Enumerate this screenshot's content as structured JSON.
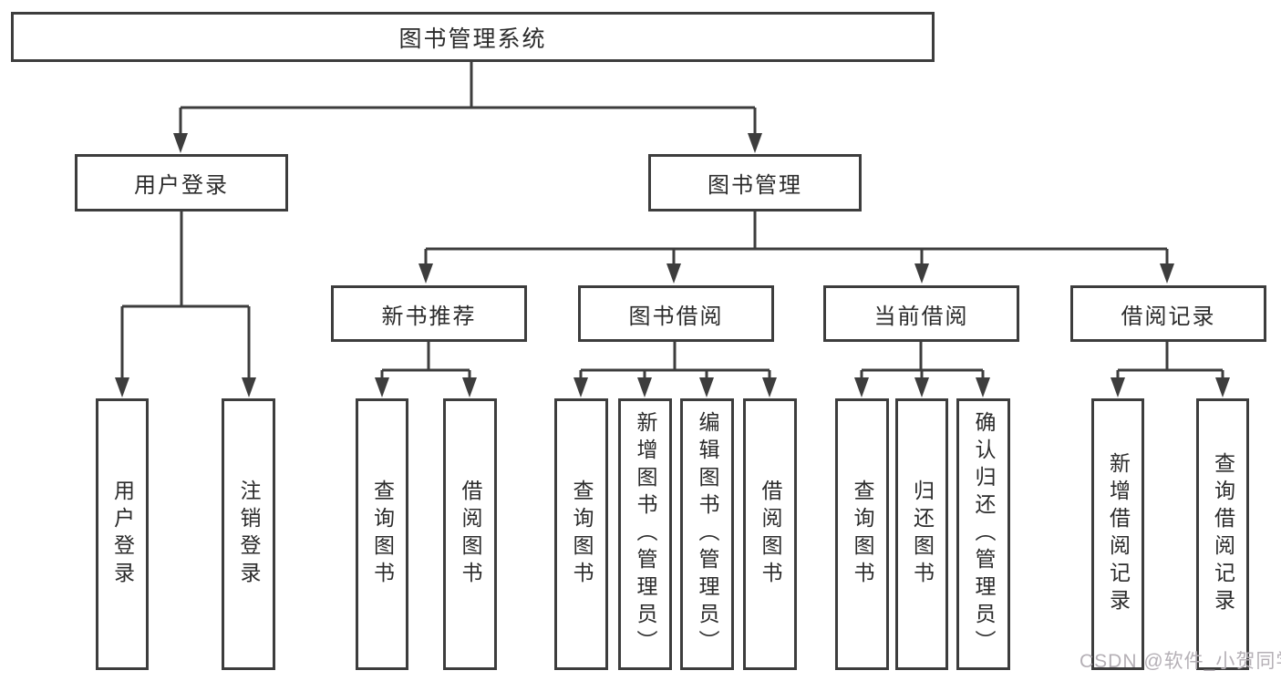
{
  "root": {
    "label": "图书管理系统"
  },
  "user_login": {
    "label": "用户登录",
    "children": [
      {
        "label": "用户登录"
      },
      {
        "label": "注销登录"
      }
    ]
  },
  "book_management": {
    "label": "图书管理",
    "sections": [
      {
        "label": "新书推荐",
        "children": [
          {
            "label": "查询图书"
          },
          {
            "label": "借阅图书"
          }
        ]
      },
      {
        "label": "图书借阅",
        "children": [
          {
            "label": "查询图书"
          },
          {
            "label": "新增图书（管理员）"
          },
          {
            "label": "编辑图书（管理员）"
          },
          {
            "label": "借阅图书"
          }
        ]
      },
      {
        "label": "当前借阅",
        "children": [
          {
            "label": "查询图书"
          },
          {
            "label": "归还图书"
          },
          {
            "label": "确认归还（管理员）"
          }
        ]
      },
      {
        "label": "借阅记录",
        "children": [
          {
            "label": "新增借阅记录"
          },
          {
            "label": "查询借阅记录"
          }
        ]
      }
    ]
  },
  "watermark": {
    "text": "CSDN @软件_小贺同学"
  },
  "colors": {
    "line": "#3d3d3d",
    "box_border": "#3d3d3d",
    "box_fill": "#ffffff",
    "text": "#2b2b2b",
    "watermark": "#b5b0b6",
    "background": "#ffffff"
  }
}
